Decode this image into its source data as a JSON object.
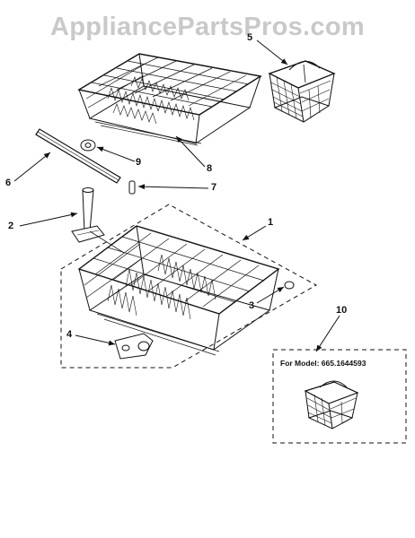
{
  "watermark": "AppliancePartsPros.com",
  "corner_mark": "",
  "model_note": "For Model: 665.1644593",
  "callouts": {
    "c1": "1",
    "c2": "2",
    "c3": "3",
    "c4": "4",
    "c5": "5",
    "c6": "6",
    "c7": "7",
    "c8": "8",
    "c9": "9",
    "c10": "10"
  },
  "colors": {
    "line": "#111111",
    "watermark": "#c9c9c9",
    "background": "#ffffff"
  }
}
